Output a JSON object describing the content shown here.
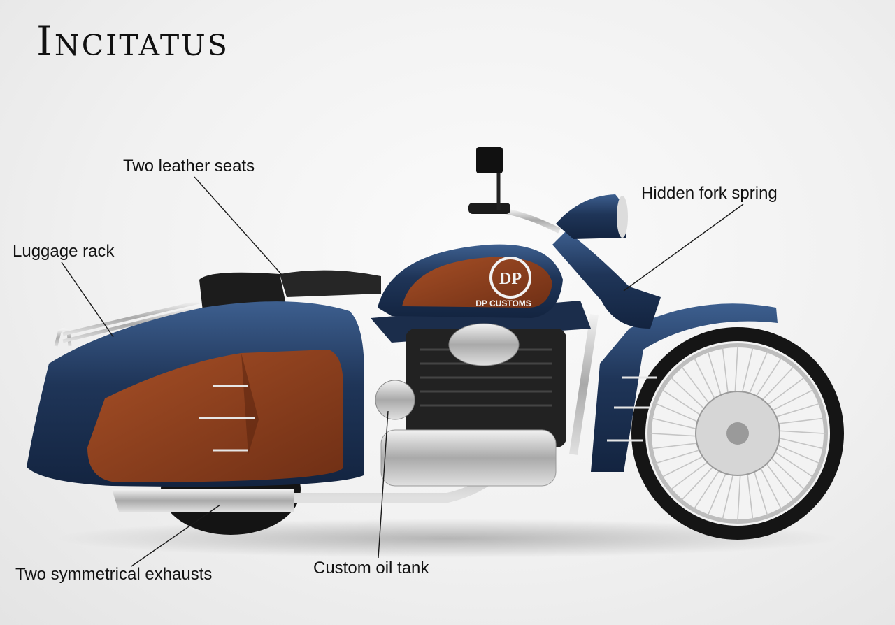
{
  "title": "Incitatus",
  "labels": {
    "seats": "Two leather seats",
    "rack": "Luggage rack",
    "fork": "Hidden fork spring",
    "exhausts": "Two symmetrical exhausts",
    "oil_tank": "Custom oil tank"
  },
  "tank_logo": {
    "monogram": "DP",
    "text": "DP CUSTOMS"
  },
  "colors": {
    "body_blue": "#1f3558",
    "panel_copper": "#8a3e1c",
    "chrome": "#c9c9c9",
    "seat_black": "#1c1c1c"
  }
}
